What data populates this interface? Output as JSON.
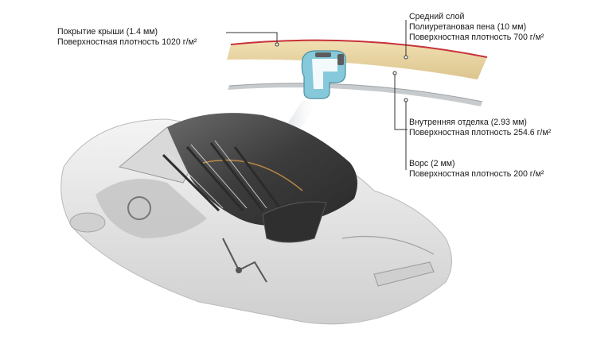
{
  "callouts": {
    "roof_cover": {
      "name": "Покрытие крыши (1.4 мм)",
      "density": "Поверхностная плотность 1020 г/м²"
    },
    "middle_layer": {
      "title": "Средний слой",
      "name": "Полиуретановая пена (10 мм)",
      "density": "Поверхностная плотность 700 г/м²"
    },
    "inner_trim": {
      "name": "Внутренняя отделка (2.93 мм)",
      "density": "Поверхностная плотность 254.6 г/м²"
    },
    "pile": {
      "name": "Ворс (2 мм)",
      "density": "Поверхностная плотность 200 г/м²"
    }
  },
  "colors": {
    "foam": "#e9d3a0",
    "roof_edge": "#c8323a",
    "liner": "#bfc3c6",
    "profile": "#7fc4d6",
    "roof_fabric": "#4a4a4a",
    "body": "#e6e6e6",
    "leader": "#333333"
  }
}
